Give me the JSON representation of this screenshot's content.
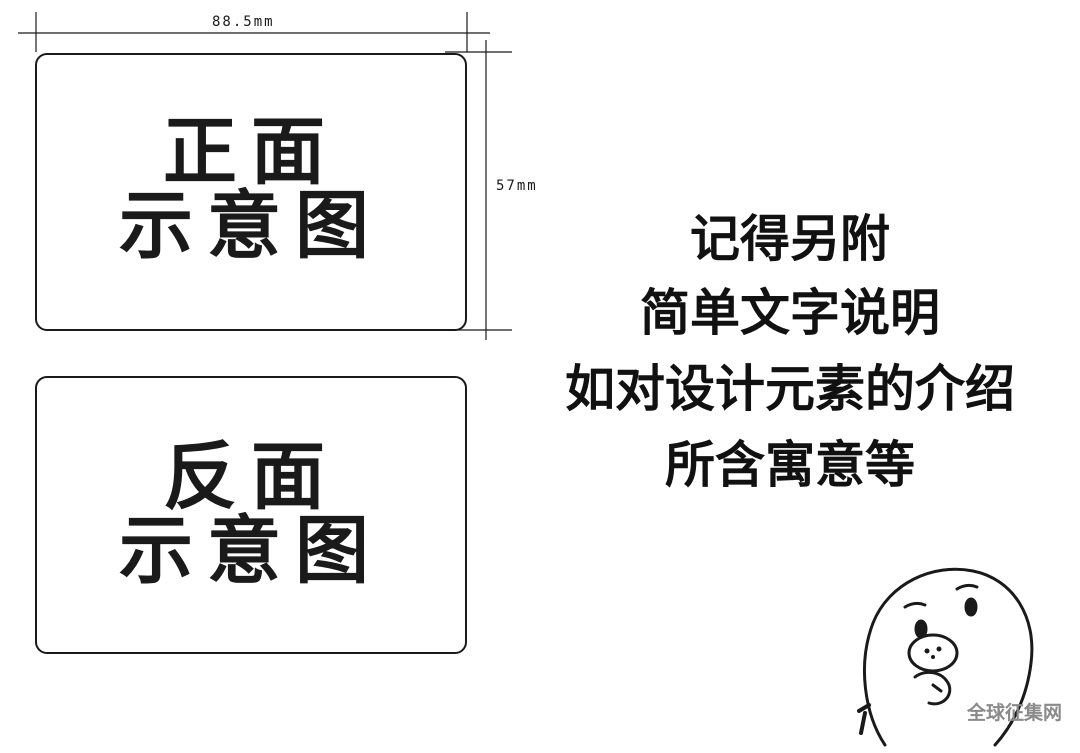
{
  "dimensions": {
    "width_label": "88.5mm",
    "height_label": "57mm"
  },
  "front_card": {
    "line1": "正面",
    "line2": "示意图"
  },
  "back_card": {
    "line1": "反面",
    "line2": "示意图"
  },
  "notes": {
    "lines": [
      "记得另附",
      "简单文字说明",
      "如对设计元素的介绍",
      "所含寓意等"
    ]
  },
  "mascot": {
    "icon": "cartoon-blob-character-icon"
  },
  "watermark": {
    "text": "全球征集网"
  }
}
